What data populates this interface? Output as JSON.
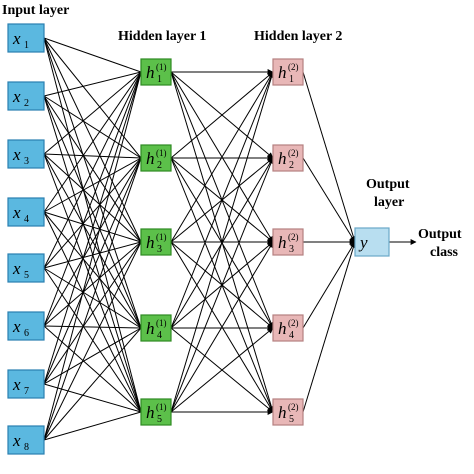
{
  "labels": {
    "input_layer": "Input layer",
    "hidden_layer_1": "Hidden layer 1",
    "hidden_layer_2": "Hidden layer 2",
    "output_layer_line1": "Output",
    "output_layer_line2": "layer",
    "output_class_line1": "Output",
    "output_class_line2": "class"
  },
  "input_nodes": [
    {
      "symbol": "x",
      "sub": "1"
    },
    {
      "symbol": "x",
      "sub": "2"
    },
    {
      "symbol": "x",
      "sub": "3"
    },
    {
      "symbol": "x",
      "sub": "4"
    },
    {
      "symbol": "x",
      "sub": "5"
    },
    {
      "symbol": "x",
      "sub": "6"
    },
    {
      "symbol": "x",
      "sub": "7"
    },
    {
      "symbol": "x",
      "sub": "8"
    }
  ],
  "hidden1_nodes": [
    {
      "symbol": "h",
      "sub": "1",
      "sup": "(1)"
    },
    {
      "symbol": "h",
      "sub": "2",
      "sup": "(1)"
    },
    {
      "symbol": "h",
      "sub": "3",
      "sup": "(1)"
    },
    {
      "symbol": "h",
      "sub": "4",
      "sup": "(1)"
    },
    {
      "symbol": "h",
      "sub": "5",
      "sup": "(1)"
    }
  ],
  "hidden2_nodes": [
    {
      "symbol": "h",
      "sub": "1",
      "sup": "(2)"
    },
    {
      "symbol": "h",
      "sub": "2",
      "sup": "(2)"
    },
    {
      "symbol": "h",
      "sub": "3",
      "sup": "(2)"
    },
    {
      "symbol": "h",
      "sub": "4",
      "sup": "(2)"
    },
    {
      "symbol": "h",
      "sub": "5",
      "sup": "(2)"
    }
  ],
  "output_node": {
    "symbol": "y"
  },
  "colors": {
    "input_fill": "#5bb8e0",
    "input_stroke": "#2a7fb0",
    "hidden1_fill": "#5cc04a",
    "hidden1_stroke": "#2e8a22",
    "hidden2_fill": "#e8b7b7",
    "hidden2_stroke": "#b58080",
    "output_fill": "#b8def0",
    "output_stroke": "#6aa8c8",
    "edge": "#000000"
  }
}
